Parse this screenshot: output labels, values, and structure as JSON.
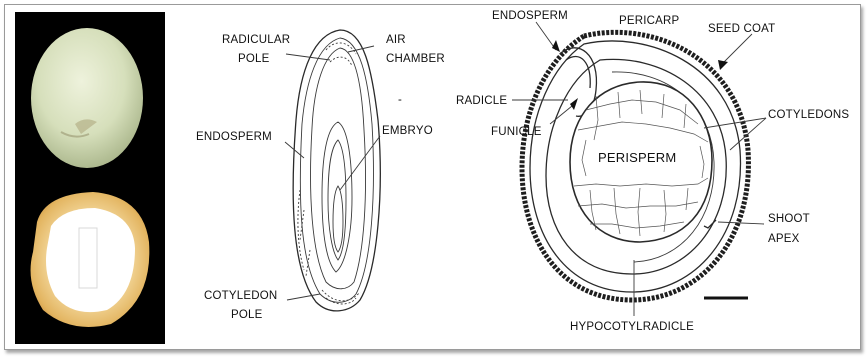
{
  "figure": {
    "panel_b_labels": {
      "radicular_pole_1": "RADICULAR",
      "radicular_pole_2": "POLE",
      "air_chamber_1": "AIR",
      "air_chamber_2": "CHAMBER",
      "endosperm": "ENDOSPERM",
      "embryo": "EMBRYO",
      "cotyledon_pole_1": "COTYLEDON",
      "cotyledon_pole_2": "POLE"
    },
    "panel_c_labels": {
      "endosperm": "ENDOSPERM",
      "pericarp": "PERICARP",
      "seed_coat": "SEED COAT",
      "radicle": "RADICLE",
      "funicle": "FUNICLE",
      "perisperm": "PERISPERM",
      "cotyledons": "COTYLEDONS",
      "shoot_apex_1": "SHOOT",
      "shoot_apex_2": "APEX",
      "hypocotylradicle": "HYPOCOTYLRADICLE"
    },
    "colors": {
      "photo_background": "#000000",
      "seed_whole": "#dfe6c9",
      "seed_section_rim": "#e8c277",
      "seed_section_inner": "#ffffff",
      "ink": "#2a2a2a"
    }
  }
}
